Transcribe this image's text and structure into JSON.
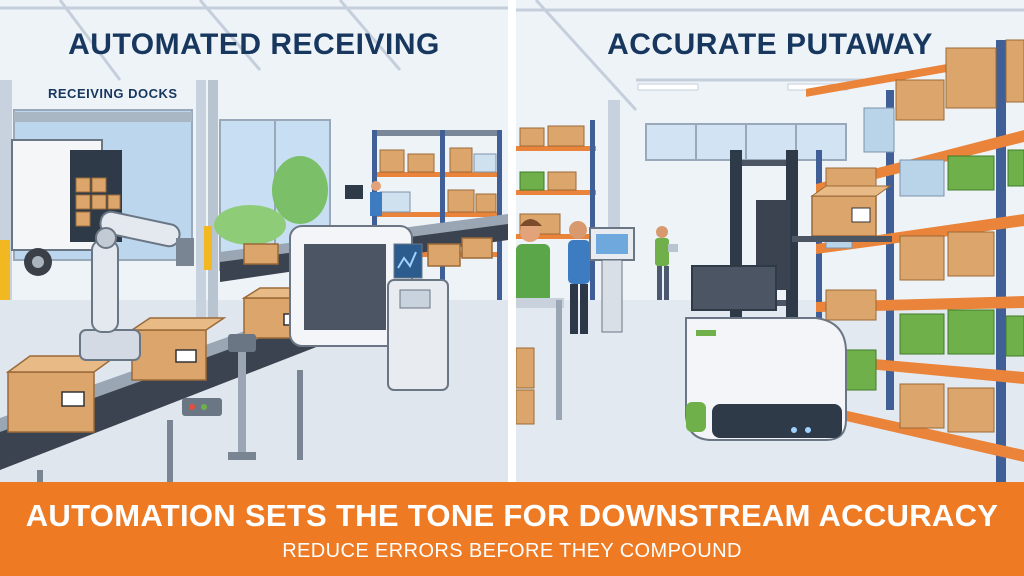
{
  "left_panel": {
    "title": "AUTOMATED RECEIVING",
    "dock_sign": "RECEIVING DOCKS"
  },
  "right_panel": {
    "title": "ACCURATE PUTAWAY"
  },
  "banner": {
    "headline": "AUTOMATION SETS THE TONE FOR DOWNSTREAM ACCURACY",
    "subheadline": "REDUCE ERRORS BEFORE THEY COMPOUND"
  },
  "colors": {
    "title_navy": "#17375e",
    "banner_orange": "#ee7a23",
    "box_kraft": "#dba56c",
    "rack_blue": "#3f5f96",
    "beam_orange": "#e9843a",
    "robot_green": "#6fb04a"
  }
}
